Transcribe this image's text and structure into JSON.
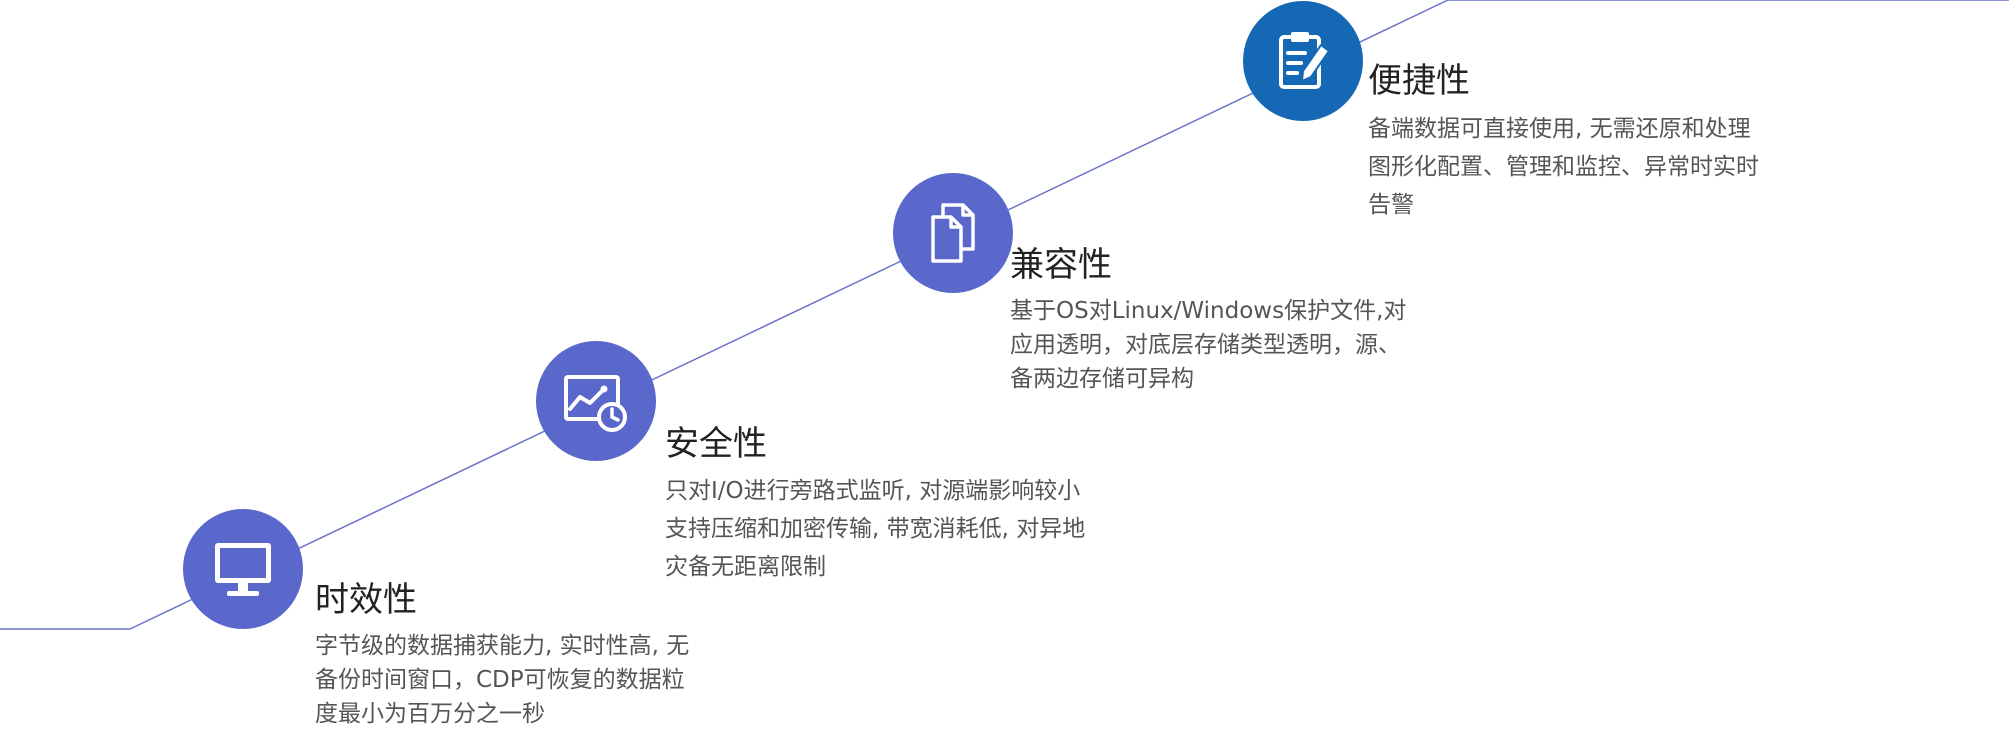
{
  "colors": {
    "line": "#6a75cc",
    "circle_primary": "#5a67cb",
    "circle_accent": "#1468b4",
    "title_text": "#222222",
    "desc_text": "#555555"
  },
  "features": [
    {
      "title": "时效性",
      "icon": "monitor-icon",
      "lines": [
        "字节级的数据捕获能力, 实时性高, 无",
        "备份时间窗口，CDP可恢复的数据粒",
        "度最小为百万分之一秒"
      ]
    },
    {
      "title": "安全性",
      "icon": "chart-clock-icon",
      "lines": [
        "只对I/O进行旁路式监听, 对源端影响较小",
        "支持压缩和加密传输, 带宽消耗低, 对异地",
        "灾备无距离限制"
      ]
    },
    {
      "title": "兼容性",
      "icon": "documents-icon",
      "lines": [
        "基于OS对Linux/Windows保护文件,对",
        "应用透明，对底层存储类型透明，源、",
        "备两边存储可异构"
      ]
    },
    {
      "title": "便捷性",
      "icon": "clipboard-edit-icon",
      "lines": [
        "备端数据可直接使用, 无需还原和处理",
        "图形化配置、管理和监控、异常时实时",
        "告警"
      ]
    }
  ]
}
